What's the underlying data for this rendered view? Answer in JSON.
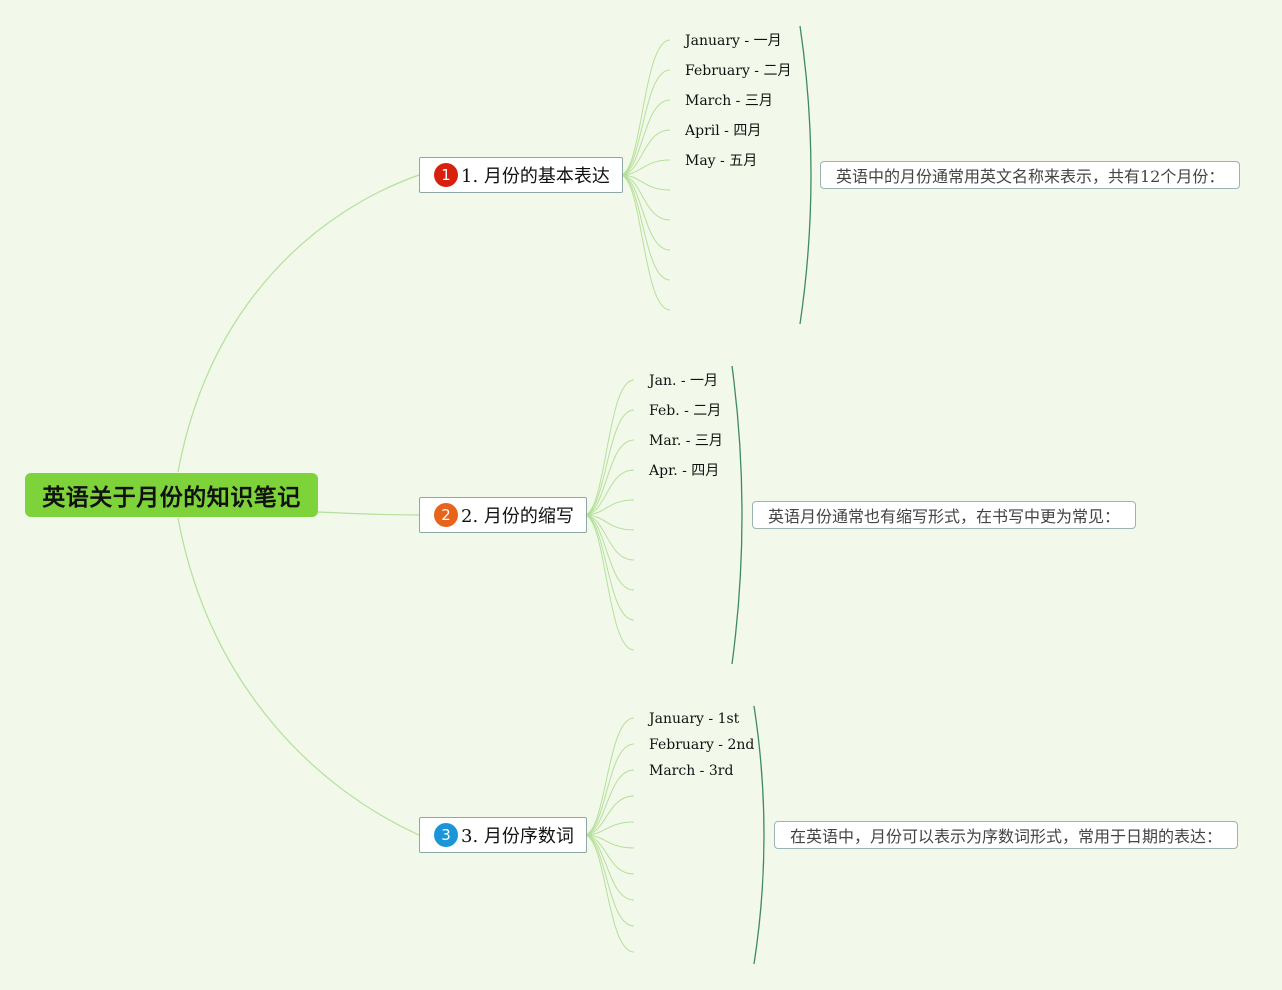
{
  "root": {
    "label": "英语关于月份的知识笔记"
  },
  "branches": [
    {
      "badge": "1",
      "badge_color": "#d8200f",
      "label": "1. 月份的基本表达",
      "leaves": [
        "January - 一月",
        "February - 二月",
        "March - 三月",
        "April - 四月",
        "May - 五月"
      ],
      "summary": "英语中的月份通常用英文名称来表示，共有12个月份："
    },
    {
      "badge": "2",
      "badge_color": "#e8641a",
      "label": "2. 月份的缩写",
      "leaves": [
        "Jan. - 一月",
        "Feb. - 二月",
        "Mar. - 三月",
        "Apr. - 四月"
      ],
      "summary": "英语月份通常也有缩写形式，在书写中更为常见："
    },
    {
      "badge": "3",
      "badge_color": "#1a96d8",
      "label": "3. 月份序数词",
      "leaves": [
        "January - 1st",
        "February - 2nd",
        "March - 3rd"
      ],
      "summary": "在英语中，月份可以表示为序数词形式，常用于日期的表达："
    }
  ],
  "colors": {
    "background": "#f2f9ea",
    "root_fill": "#7ed23a",
    "connector": "#b4e09a",
    "bracket": "#3f8a63"
  }
}
